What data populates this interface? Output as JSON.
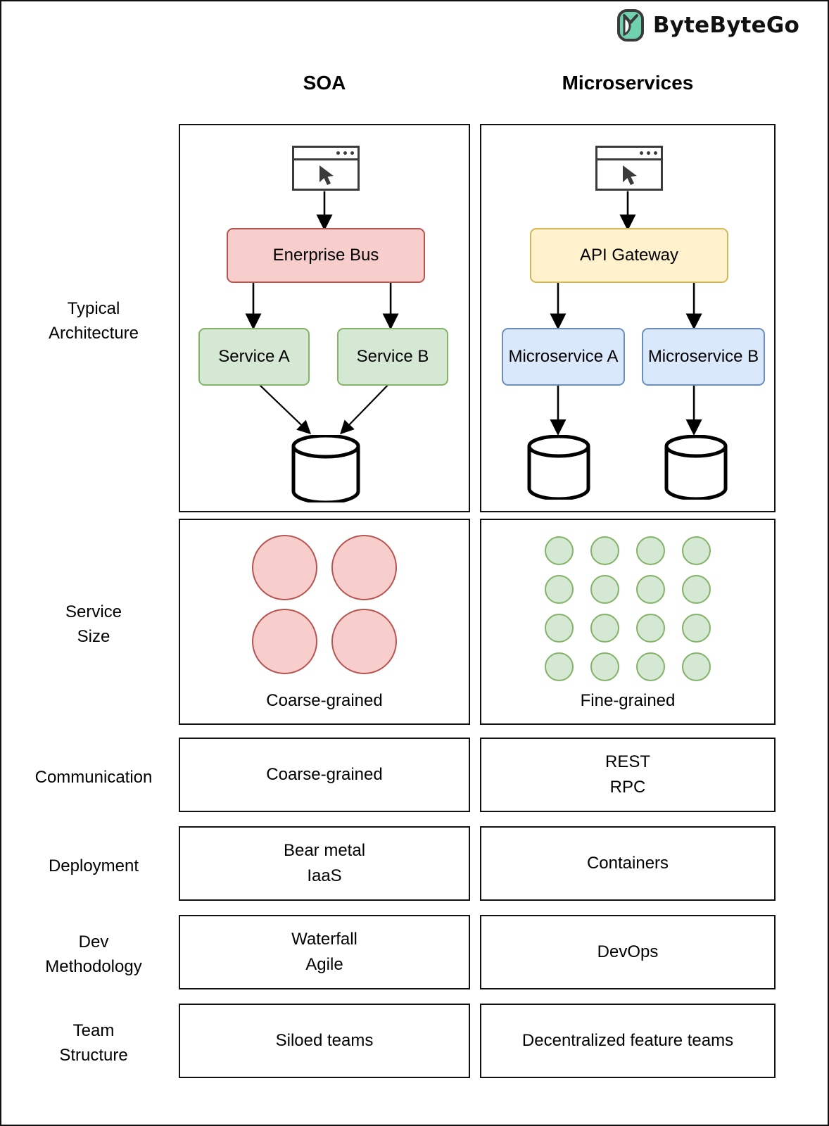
{
  "brand": {
    "name": "ByteByteGo",
    "logo_icon": "bytebytego-leaf-logo",
    "accent": "#6fd1ad"
  },
  "columns": {
    "left": "SOA",
    "right": "Microservices"
  },
  "palette": {
    "pink_fill": "#f8cecc",
    "pink_border": "#b85450",
    "green_fill": "#d5e8d4",
    "green_border": "#82b366",
    "yellow_fill": "#fff2cc",
    "yellow_border": "#d6b656",
    "blue_fill": "#dae8fc",
    "blue_border": "#6c8ebf",
    "outline": "#111111"
  },
  "rows": [
    {
      "id": "typical-architecture",
      "label_lines": [
        "Typical",
        "Architecture"
      ],
      "soa": {
        "client_icon": "browser-window-with-cursor-icon",
        "bus": "Enerprise Bus",
        "services": [
          "Service A",
          "Service B"
        ],
        "database_icon": "database-cylinder-icon",
        "database_count": 1
      },
      "microservices": {
        "client_icon": "browser-window-with-cursor-icon",
        "gateway": "API Gateway",
        "services": [
          "Microservice A",
          "Microservice B"
        ],
        "database_icon": "database-cylinder-icon",
        "database_count": 2
      }
    },
    {
      "id": "service-size",
      "label_lines": [
        "Service",
        "Size"
      ],
      "soa": {
        "dot_count": 4,
        "dot_grid": [
          2,
          2
        ],
        "dot_size": "large",
        "caption": "Coarse-grained"
      },
      "microservices": {
        "dot_count": 16,
        "dot_grid": [
          4,
          4
        ],
        "dot_size": "small",
        "caption": "Fine-grained"
      }
    },
    {
      "id": "communication",
      "label_lines": [
        "Communication"
      ],
      "soa": {
        "lines": [
          "Coarse-grained"
        ]
      },
      "microservices": {
        "lines": [
          "REST",
          "RPC"
        ]
      }
    },
    {
      "id": "deployment",
      "label_lines": [
        "Deployment"
      ],
      "soa": {
        "lines": [
          "Bear metal",
          "IaaS"
        ]
      },
      "microservices": {
        "lines": [
          "Containers"
        ]
      }
    },
    {
      "id": "dev-methodology",
      "label_lines": [
        "Dev",
        "Methodology"
      ],
      "soa": {
        "lines": [
          "Waterfall",
          "Agile"
        ]
      },
      "microservices": {
        "lines": [
          "DevOps"
        ]
      }
    },
    {
      "id": "team-structure",
      "label_lines": [
        "Team",
        "Structure"
      ],
      "soa": {
        "lines": [
          "Siloed teams"
        ]
      },
      "microservices": {
        "lines": [
          "Decentralized feature teams"
        ]
      }
    }
  ]
}
